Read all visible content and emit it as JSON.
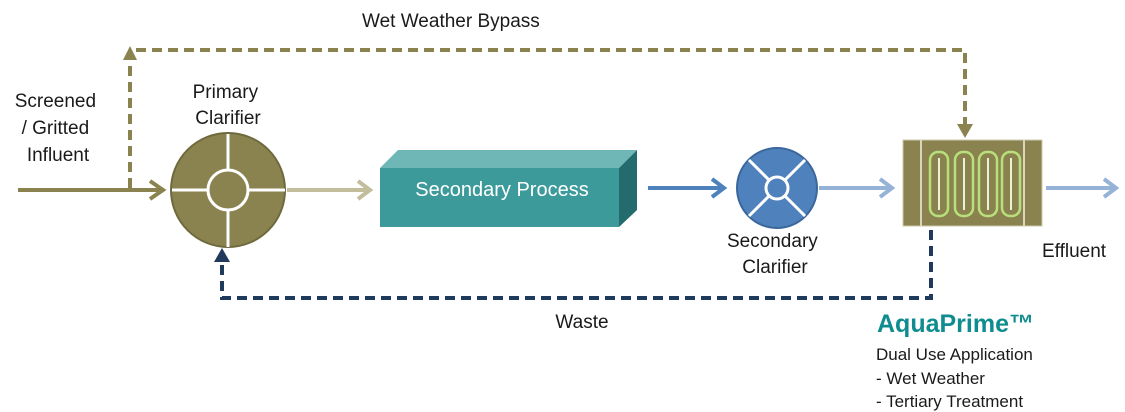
{
  "labels": {
    "bypass": "Wet Weather Bypass",
    "influent": [
      "Screened",
      "/ Gritted",
      "Influent"
    ],
    "primary": [
      "Primary",
      "Clarifier"
    ],
    "secondary_process": "Secondary Process",
    "secondary_clarifier": [
      "Secondary",
      "Clarifier"
    ],
    "effluent": "Effluent",
    "waste": "Waste"
  },
  "product": {
    "name": "AquaPrime™",
    "description": "Dual Use Application",
    "uses": [
      "- Wet Weather",
      "- Tertiary Treatment"
    ]
  },
  "colors": {
    "olive": "#8a8350",
    "olive_light": "#c2be9c",
    "teal": "#3d9a9b",
    "blue": "#4f81bd",
    "blue_light": "#95b3d7",
    "navy": "#1f3a5a",
    "brand": "#0f8c8f"
  }
}
